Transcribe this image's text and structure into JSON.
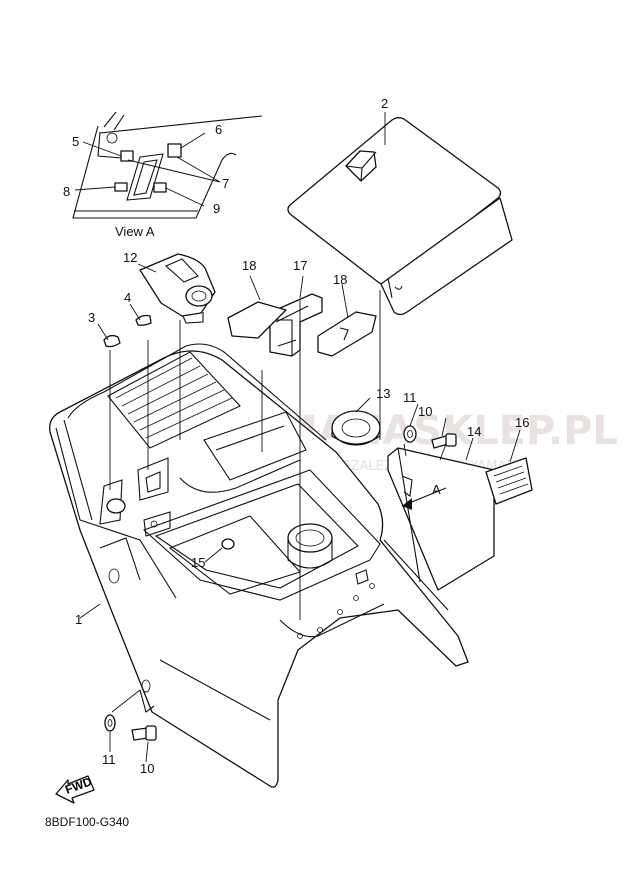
{
  "diagram": {
    "callouts": [
      "1",
      "2",
      "3",
      "4",
      "5",
      "6",
      "7",
      "8",
      "9",
      "10",
      "11",
      "12",
      "13",
      "14",
      "15",
      "16",
      "17",
      "18"
    ],
    "callouts_extra": {
      "repeat_18": "18",
      "repeat_10": "10",
      "repeat_11": "11"
    },
    "view_label": "View A",
    "arrow_label": "A",
    "fwd_label": "FWD",
    "figure_code": "8BDF100-G340",
    "watermark": {
      "main": "YAMAHASKLEP.PL",
      "sub": "SAMODZIELNY I NIEZALEŻNY DEALER YAMAHA"
    }
  }
}
